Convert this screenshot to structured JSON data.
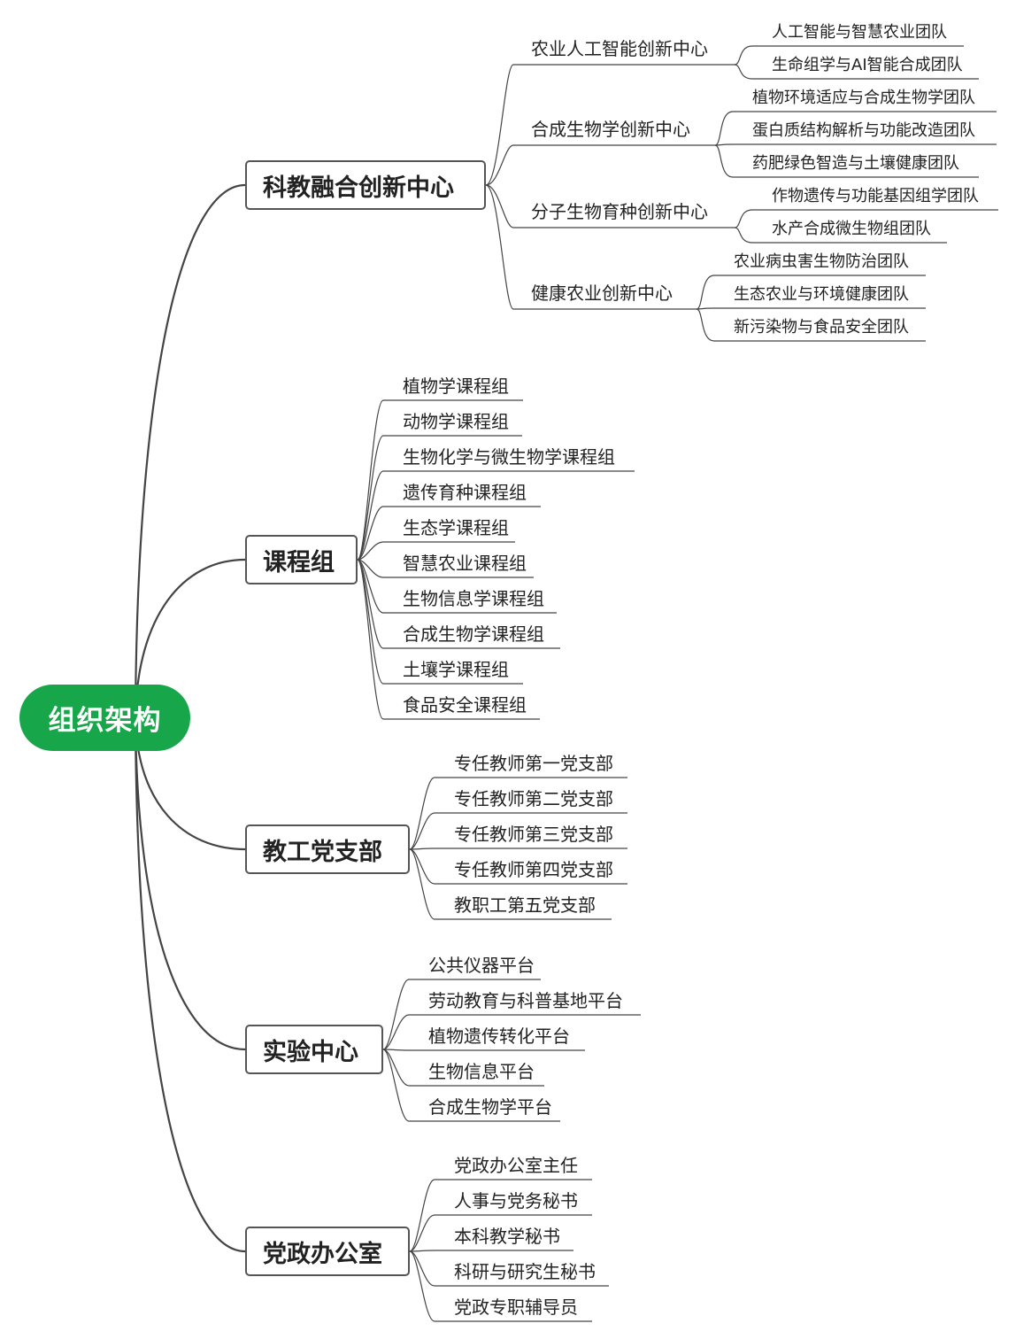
{
  "root": {
    "label": "组织架构",
    "color": "#17a74a"
  },
  "line_color": "#444444",
  "branches": [
    {
      "label": "科教融合创新中心",
      "children": [
        {
          "label": "农业人工智能创新中心",
          "children": [
            "人工智能与智慧农业团队",
            "生命组学与AI智能合成团队"
          ]
        },
        {
          "label": "合成生物学创新中心",
          "children": [
            "植物环境适应与合成生物学团队",
            "蛋白质结构解析与功能改造团队",
            "药肥绿色智造与土壤健康团队"
          ]
        },
        {
          "label": "分子生物育种创新中心",
          "children": [
            "作物遗传与功能基因组学团队",
            "水产合成微生物组团队"
          ]
        },
        {
          "label": "健康农业创新中心",
          "children": [
            "农业病虫害生物防治团队",
            "生态农业与环境健康团队",
            "新污染物与食品安全团队"
          ]
        }
      ]
    },
    {
      "label": "课程组",
      "children": [
        {
          "label": "植物学课程组"
        },
        {
          "label": "动物学课程组"
        },
        {
          "label": "生物化学与微生物学课程组"
        },
        {
          "label": "遗传育种课程组"
        },
        {
          "label": "生态学课程组"
        },
        {
          "label": "智慧农业课程组"
        },
        {
          "label": "生物信息学课程组"
        },
        {
          "label": "合成生物学课程组"
        },
        {
          "label": "土壤学课程组"
        },
        {
          "label": "食品安全课程组"
        }
      ]
    },
    {
      "label": "教工党支部",
      "children": [
        {
          "label": "专任教师第一党支部"
        },
        {
          "label": "专任教师第二党支部"
        },
        {
          "label": "专任教师第三党支部"
        },
        {
          "label": "专任教师第四党支部"
        },
        {
          "label": "教职工第五党支部"
        }
      ]
    },
    {
      "label": "实验中心",
      "children": [
        {
          "label": "公共仪器平台"
        },
        {
          "label": "劳动教育与科普基地平台"
        },
        {
          "label": "植物遗传转化平台"
        },
        {
          "label": "生物信息平台"
        },
        {
          "label": "合成生物学平台"
        }
      ]
    },
    {
      "label": "党政办公室",
      "children": [
        {
          "label": "党政办公室主任"
        },
        {
          "label": "人事与党务秘书"
        },
        {
          "label": "本科教学秘书"
        },
        {
          "label": "科研与研究生秘书"
        },
        {
          "label": "党政专职辅导员"
        }
      ]
    }
  ]
}
